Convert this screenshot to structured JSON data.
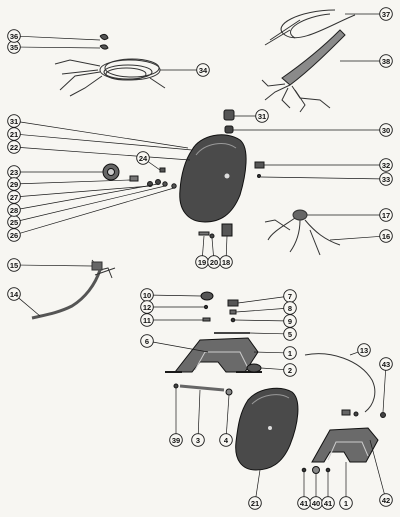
{
  "callouts": [
    {
      "id": "c1",
      "label": "1"
    },
    {
      "id": "c1b",
      "label": "1"
    },
    {
      "id": "c2",
      "label": "2"
    },
    {
      "id": "c3",
      "label": "3"
    },
    {
      "id": "c4",
      "label": "4"
    },
    {
      "id": "c5",
      "label": "5"
    },
    {
      "id": "c6",
      "label": "6"
    },
    {
      "id": "c7",
      "label": "7"
    },
    {
      "id": "c8",
      "label": "8"
    },
    {
      "id": "c9",
      "label": "9"
    },
    {
      "id": "c10",
      "label": "10"
    },
    {
      "id": "c11",
      "label": "11"
    },
    {
      "id": "c12",
      "label": "12"
    },
    {
      "id": "c13",
      "label": "13"
    },
    {
      "id": "c14",
      "label": "14"
    },
    {
      "id": "c15",
      "label": "15"
    },
    {
      "id": "c16",
      "label": "16"
    },
    {
      "id": "c17",
      "label": "17"
    },
    {
      "id": "c18",
      "label": "18"
    },
    {
      "id": "c19",
      "label": "19"
    },
    {
      "id": "c20",
      "label": "20"
    },
    {
      "id": "c21",
      "label": "21"
    },
    {
      "id": "c21b",
      "label": "21"
    },
    {
      "id": "c22",
      "label": "22"
    },
    {
      "id": "c23",
      "label": "23"
    },
    {
      "id": "c24",
      "label": "24"
    },
    {
      "id": "c25",
      "label": "25"
    },
    {
      "id": "c26",
      "label": "26"
    },
    {
      "id": "c27",
      "label": "27"
    },
    {
      "id": "c28",
      "label": "28"
    },
    {
      "id": "c29",
      "label": "29"
    },
    {
      "id": "c30",
      "label": "30"
    },
    {
      "id": "c31",
      "label": "31"
    },
    {
      "id": "c31b",
      "label": "31"
    },
    {
      "id": "c32",
      "label": "32"
    },
    {
      "id": "c33",
      "label": "33"
    },
    {
      "id": "c34",
      "label": "34"
    },
    {
      "id": "c35",
      "label": "35"
    },
    {
      "id": "c36",
      "label": "36"
    },
    {
      "id": "c37",
      "label": "37"
    },
    {
      "id": "c38",
      "label": "38"
    },
    {
      "id": "c39",
      "label": "39"
    },
    {
      "id": "c40",
      "label": "40"
    },
    {
      "id": "c41",
      "label": "41"
    },
    {
      "id": "c41b",
      "label": "41"
    },
    {
      "id": "c42",
      "label": "42"
    },
    {
      "id": "c43",
      "label": "43"
    }
  ],
  "colors": {
    "paper": "#f7f6f2",
    "ink": "#1a1a1a",
    "part_dark": "#3a3a3a",
    "part_mid": "#7a7a7a",
    "part_light": "#bdbdbd"
  }
}
